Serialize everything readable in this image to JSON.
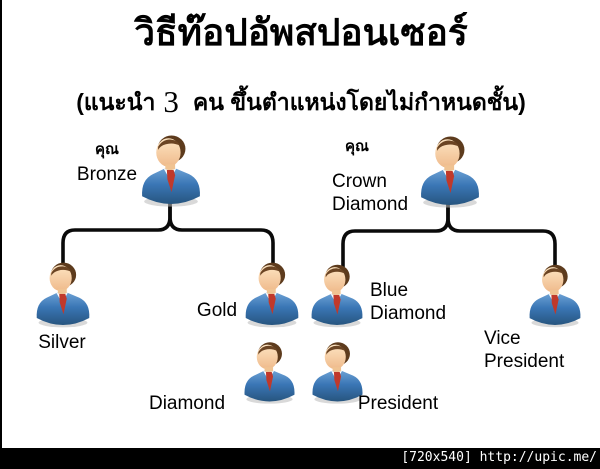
{
  "slide": {
    "title": "วิธีท๊อปอัพสปอนเซอร์",
    "subtitle": {
      "prefix": "(แนะนำ",
      "number": "3",
      "suffix": "คน ขึ้นตำแหน่งโดยไม่กำหนดชั้น)"
    }
  },
  "trees": [
    {
      "root": {
        "you": "คุณ",
        "name": "Bronze"
      },
      "children": [
        {
          "name": "Silver"
        },
        {
          "name": "Gold"
        }
      ]
    },
    {
      "root": {
        "you": "คุณ",
        "name": "Crown Diamond"
      },
      "children": [
        {
          "name": "Blue Diamond"
        },
        {
          "name": "Vice President"
        }
      ]
    }
  ],
  "extra_members": [
    {
      "name": "Diamond"
    },
    {
      "name": "President"
    }
  ],
  "footer": {
    "caption": "[720x540] http://upic.me/"
  },
  "icons": {
    "person": "businessman-icon"
  },
  "colors": {
    "suit_blue": "#3a76b5",
    "skin": "#f6cfa2",
    "hair": "#5d3b1d",
    "tie": "#c0392b",
    "connector": "#0a0a0a",
    "footer_bg": "#000000",
    "footer_text": "#ffffff",
    "background": "#ffffff"
  }
}
